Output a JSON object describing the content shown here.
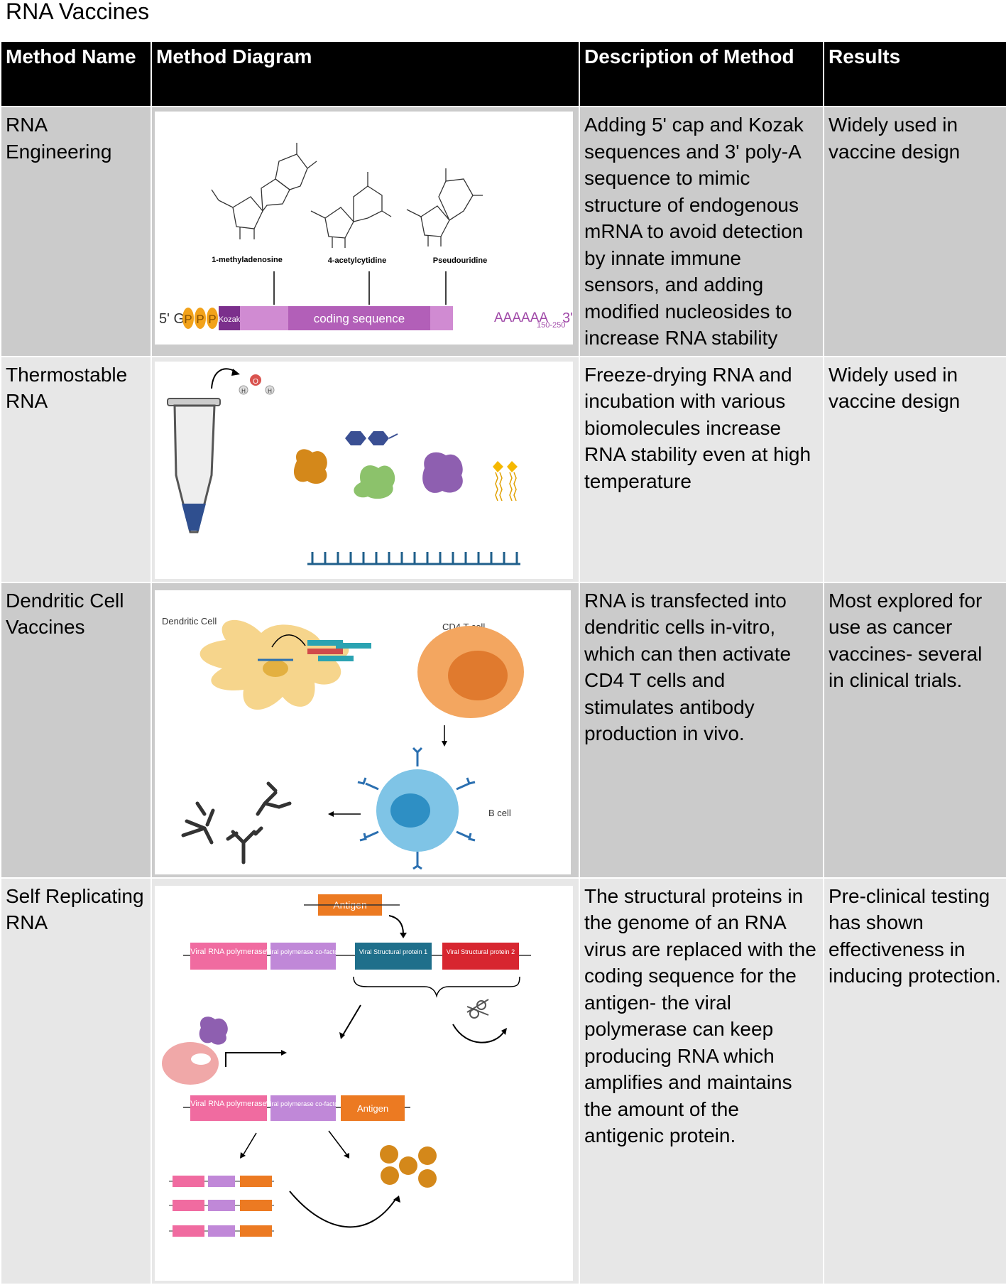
{
  "page_title": "RNA Vaccines",
  "headers": [
    "Method Name",
    "Method Diagram",
    "Description of Method",
    "Results"
  ],
  "rows": [
    {
      "name": "RNA Engineering",
      "description": "Adding 5' cap and Kozak sequences and 3' poly-A sequence to mimic structure of endogenous mRNA to avoid detection by innate immune sensors, and adding modified nucleosides to increase RNA stability",
      "results": "Widely used in vaccine design",
      "diagram": {
        "nucleosides": [
          "1-methyladenosine",
          "4-acetylcytidine",
          "Pseudouridine"
        ],
        "five_prime": "5' G",
        "cap_p": "P",
        "kozak": "Kozak",
        "coding": "coding sequence",
        "polya": "AAAAAA",
        "polya_sub": "150-250",
        "three_prime": "3'"
      }
    },
    {
      "name": "Thermostable RNA",
      "description": "Freeze-drying RNA and incubation with various biomolecules increase RNA stability even at high temperature",
      "results": "Widely used in vaccine design",
      "diagram": {
        "o": "O",
        "h": "H"
      }
    },
    {
      "name": "Dendritic Cell Vaccines",
      "description": "RNA is transfected into dendritic cells in-vitro, which can then activate CD4 T cells and stimulates antibody production in vivo.",
      "results": "Most explored for use as cancer vaccines- several in clinical trials.",
      "diagram": {
        "dendritic": "Dendritic Cell",
        "cd4": "CD4 T cell",
        "bcell": "B cell"
      }
    },
    {
      "name": "Self Replicating RNA",
      "description": "The structural proteins in the genome of an RNA virus are replaced with the coding sequence for the antigen- the viral polymerase can keep producing RNA which amplifies and maintains the amount of the antigenic protein.",
      "results": "Pre-clinical testing has shown effectiveness in inducing protection.",
      "diagram": {
        "antigen": "Antigen",
        "viral_rna_polymerase": "Viral RNA polymerase",
        "cofactor": "Viral polymerase co-factor",
        "structural1": "Viral Structural protein 1",
        "structural2": "Viral Structural protein 2"
      }
    }
  ],
  "colors": {
    "header_bg": "#000000",
    "row_dark": "#cbcbcb",
    "row_light": "#e7e7e7",
    "coding": "#b25fb8",
    "utr": "#d08bd2",
    "cap": "#f2a21a",
    "antigen": "#ec7a22"
  }
}
